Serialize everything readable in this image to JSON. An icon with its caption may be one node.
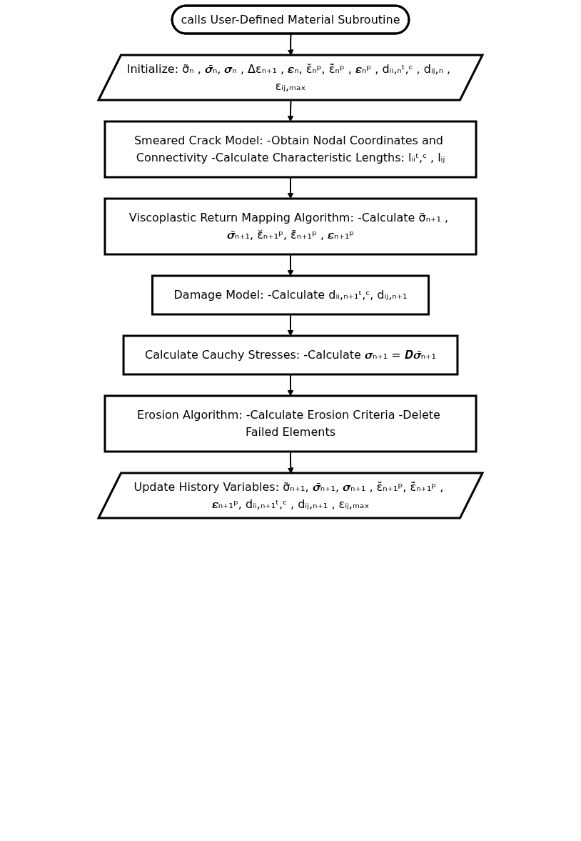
{
  "diagram": {
    "nodes": [
      {
        "text": [
          "calls User-Defined Material Subroutine"
        ]
      },
      {
        "text": [
          "Initialize: σ̃ₙ , 𝝈̄ₙ, 𝝈ₙ , Δεₙ₊₁ , 𝜺ₙ, ε̆ₙᵖ, ε̃̇ₙᵖ , 𝜺ₙᵖ , dᵢᵢ,ₙᵗ,ᶜ , dᵢⱼ,ₙ , εᵢⱼ,ₘₐₓ"
        ]
      },
      {
        "text": [
          "Smeared Crack Model: -Obtain Nodal Coordinates and Connectivity -Calculate Characteristic Lengths: lᵢᵢᵗ,ᶜ , lᵢⱼ"
        ]
      },
      {
        "text": [
          "Viscoplastic Return Mapping Algorithm: -Calculate σ̃ₙ₊₁ , 𝝈̄ₙ₊₁, ε̆ₙ₊₁ᵖ, ε̃̇ₙ₊₁ᵖ , 𝜺ₙ₊₁ᵖ"
        ]
      },
      {
        "text": [
          "Damage Model: -Calculate dᵢᵢ,ₙ₊₁ᵗ,ᶜ, dᵢⱼ,ₙ₊₁"
        ]
      },
      {
        "text": [
          "Calculate Cauchy Stresses: -Calculate 𝝈ₙ₊₁ = 𝑫𝝈̄ₙ₊₁"
        ]
      },
      {
        "text": [
          "Erosion Algorithm: -Calculate Erosion Criteria -Delete Failed Elements"
        ]
      },
      {
        "text": [
          "Update History Variables: σ̃ₙ₊₁, 𝝈̄ₙ₊₁, 𝝈ₙ₊₁ , ε̆ₙ₊₁ᵖ, ε̃̇ₙ₊₁ᵖ , 𝜺ₙ₊₁ᵖ, dᵢᵢ,ₙ₊₁ᵗ,ᶜ , dᵢⱼ,ₙ₊₁ , εᵢⱼ,ₘₐₓ"
        ]
      }
    ],
    "edges": [
      {
        "from": 0,
        "to": 1,
        "arrow": "to"
      },
      {
        "from": 1,
        "to": 2,
        "arrow": "to"
      },
      {
        "from": 2,
        "to": 3,
        "arrow": "to"
      },
      {
        "from": 3,
        "to": 4,
        "arrow": "to"
      },
      {
        "from": 4,
        "to": 5,
        "arrow": "to"
      },
      {
        "from": 5,
        "to": 6,
        "arrow": "to"
      },
      {
        "from": 6,
        "to": 7,
        "arrow": "to"
      }
    ]
  }
}
